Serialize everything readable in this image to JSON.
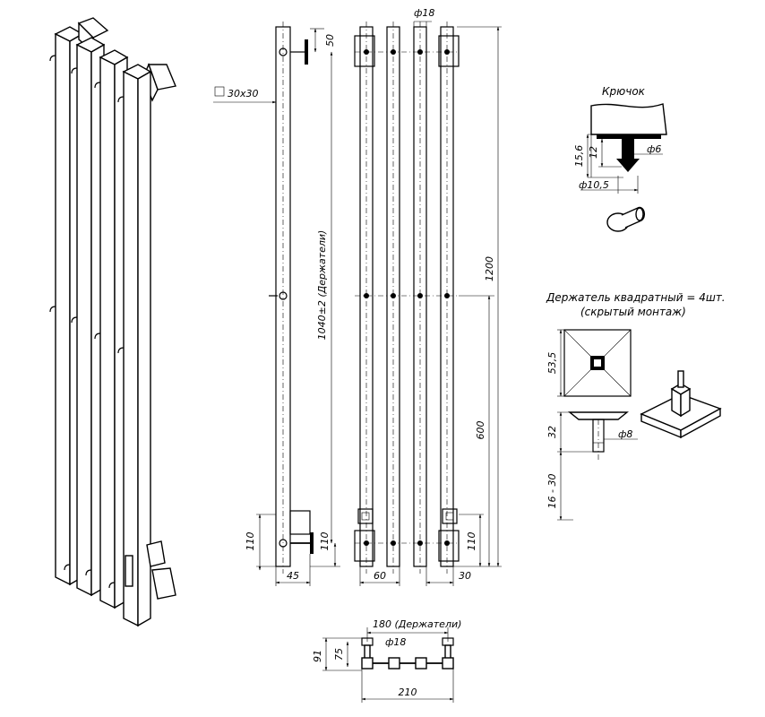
{
  "side_view": {
    "dim_top": "50",
    "dim_profile": "30x30",
    "dim_length": "1040±2 (Держатели)",
    "dim_bottom_left": "110",
    "dim_bottom_right": "110",
    "dim_depth": "45"
  },
  "front_view": {
    "dim_tube_dia": "ф18",
    "dim_height": "1200",
    "dim_mid": "600",
    "dim_bottom": "110",
    "dim_left_gap": "60",
    "dim_right_gap": "30"
  },
  "hook_detail": {
    "title": "Крючок",
    "dim_height_total": "15,6",
    "dim_height_pin": "12",
    "dim_pin_dia": "ф6",
    "dim_head_dia": "ф10,5"
  },
  "holder_detail": {
    "title_line1": "Держатель квадратный = 4шт.",
    "title_line2": "(скрытый монтаж)",
    "dim_square": "53,5",
    "dim_height": "32",
    "dim_pin_dia": "ф8",
    "dim_range": "16 - 30"
  },
  "top_view": {
    "dim_holders": "180 (Держатели)",
    "dim_tube_dia": "ф18",
    "dim_91": "91",
    "dim_75": "75",
    "dim_width": "210"
  }
}
